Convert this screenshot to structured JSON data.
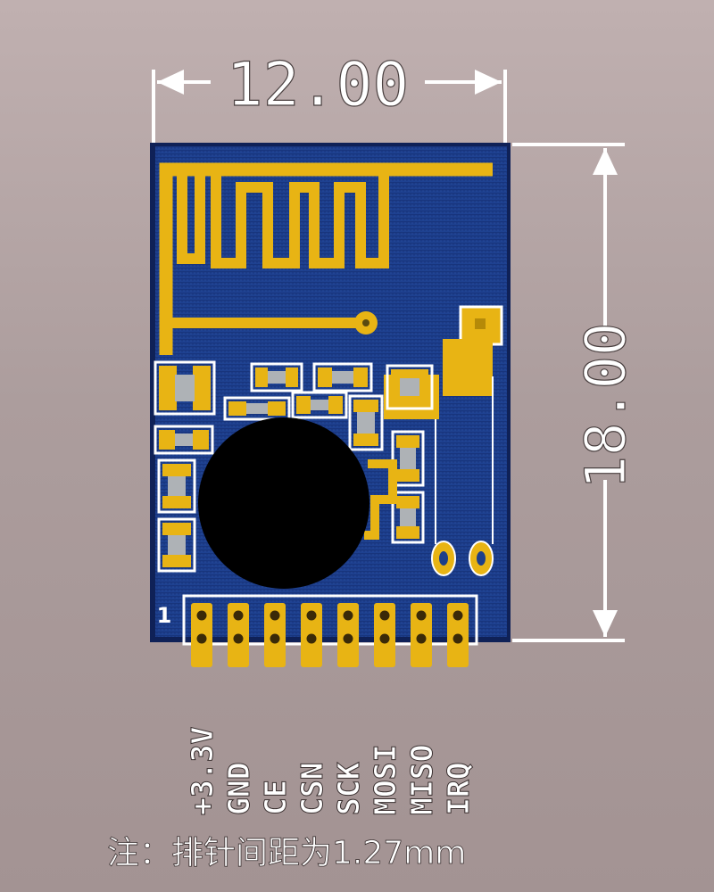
{
  "dimensions": {
    "width_label": "12.00",
    "height_label": "18.00"
  },
  "board": {
    "pin1_marker": "1",
    "pin_labels": [
      "+3.3V",
      "GND",
      "CE",
      "CSN",
      "SCK",
      "MOSI",
      "MISO",
      "IRQ"
    ]
  },
  "note": "注：排针间距为1.27mm",
  "colors": {
    "background": "#ab9c9c",
    "pcb": "#1d3f8a",
    "gold": "#e8b414",
    "silk": "#ffffff",
    "component": "#aeb2b6"
  }
}
